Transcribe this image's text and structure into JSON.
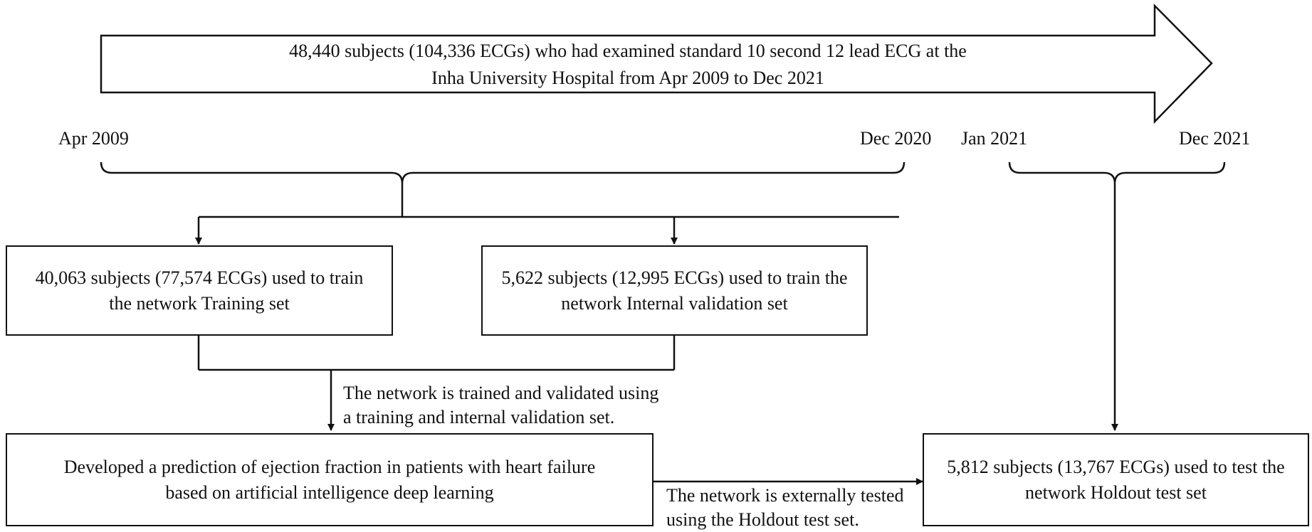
{
  "header": {
    "text": "48,440 subjects (104,336 ECGs) who had examined standard 10 second 12 lead ECG at the\nInha University Hospital from Apr 2009 to Dec 2021"
  },
  "timeline": {
    "start_label": "Apr 2009",
    "dev_end_label": "Dec 2020",
    "holdout_start_label": "Jan 2021",
    "end_label": "Dec 2021"
  },
  "boxes": {
    "training": "40,063 subjects (77,574 ECGs) used to train\nthe network Training set",
    "validation": "5,622 subjects (12,995 ECGs) used to train the\nnetwork Internal validation set",
    "development": "Developed a prediction of ejection fraction in patients with heart failure\nbased on artificial intelligence deep learning",
    "holdout": "5,812 subjects (13,767 ECGs) used to test the\nnetwork Holdout test set"
  },
  "notes": {
    "train_validate": "The network is trained and validated using\na training and internal validation set.",
    "external_test": "The network is externally tested\nusing the Holdout test set."
  }
}
